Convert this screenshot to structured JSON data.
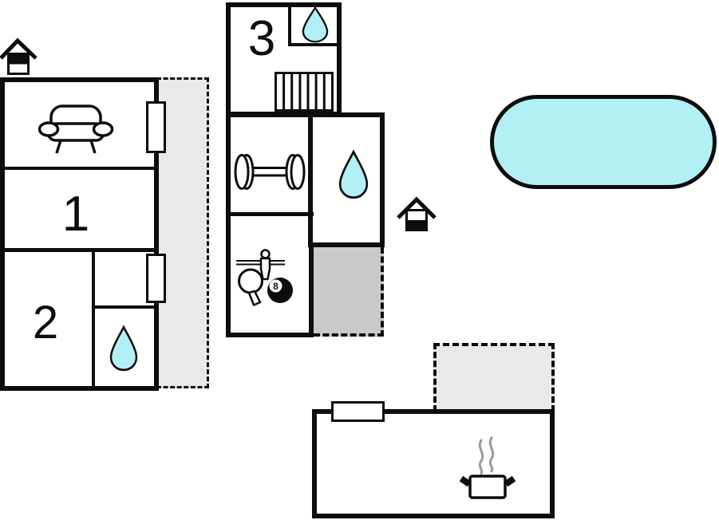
{
  "plan_title": "holiday-home-floor-plan",
  "labels": {
    "room1": "1",
    "room2": "2",
    "room3": "3",
    "billiard_ball": "8"
  },
  "colors": {
    "wall": "#0d0d0d",
    "water": "#b2f0f5",
    "terrace_fill": "#e9e9e9",
    "patio_fill": "#c9c9c9",
    "steam": "#999999",
    "background": "#ffffff"
  },
  "areas": {
    "left_building": [
      "living-room-sofa",
      "room-1",
      "room-2",
      "bathroom-drop",
      "terrace-dashed"
    ],
    "middle_building": [
      "room-3",
      "bathroom-drop-top",
      "stairs",
      "gym-dumbbell",
      "bathroom-drop-right",
      "games-room",
      "patio-dashed"
    ],
    "bottom_building": [
      "kitchen-pot",
      "terrace-dashed"
    ],
    "outside": [
      "swimming-pool",
      "entrance-house-marker-1",
      "entrance-house-marker-2"
    ]
  }
}
